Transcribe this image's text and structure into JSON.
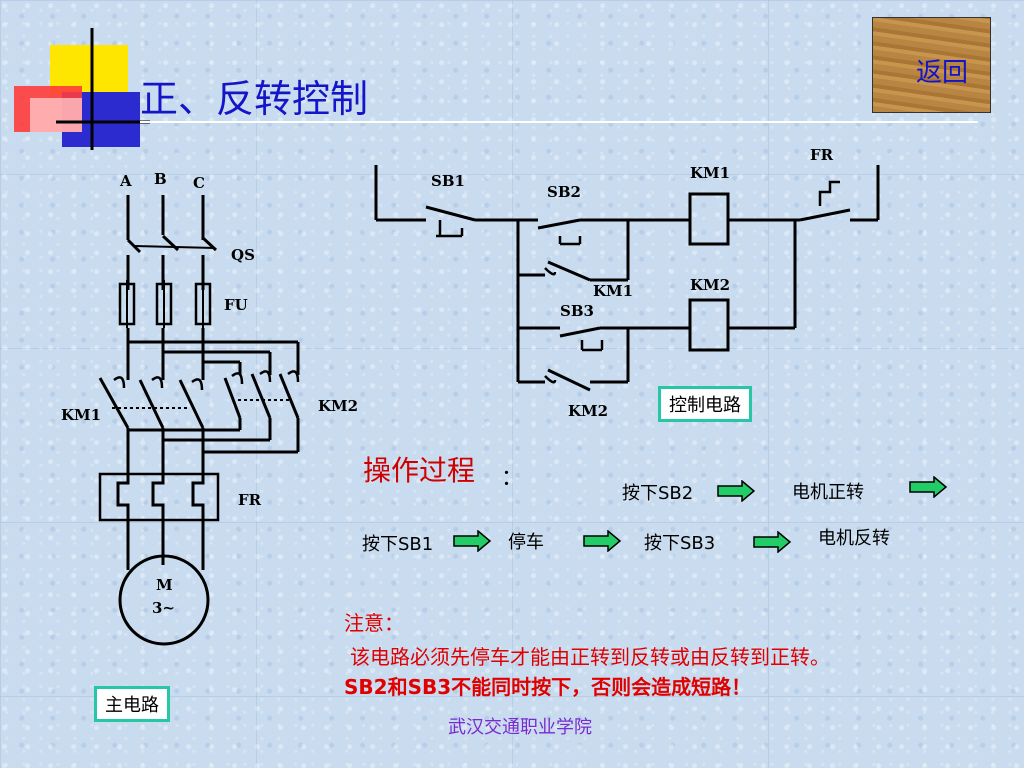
{
  "title": "正、反转控制",
  "back_button": "返回",
  "main_circuit": {
    "phase_labels": [
      "A",
      "B",
      "C"
    ],
    "qs": "QS",
    "fu": "FU",
    "km1": "KM1",
    "km2": "KM2",
    "fr": "FR",
    "motor_line1": "M",
    "motor_line2": "3~",
    "caption": "主电路"
  },
  "control_circuit": {
    "sb1": "SB1",
    "sb2": "SB2",
    "sb3": "SB3",
    "km1_coil": "KM1",
    "km2_coil": "KM2",
    "km1_contact": "KM1",
    "km2_contact": "KM2",
    "fr": "FR",
    "caption": "控制电路"
  },
  "operation": {
    "title": "操作过程",
    "colon": "：",
    "row1": {
      "press": "按下SB2",
      "result": "电机正转"
    },
    "row2": {
      "press1": "按下SB1",
      "stop": "停车",
      "press2": "按下SB3",
      "result": "电机反转"
    }
  },
  "note": {
    "label": "注意：",
    "line1": "该电路必须先停车才能由正转到反转或由反转到正转。",
    "line2": "SB2和SB3不能同时按下，否则会造成短路！"
  },
  "footer": "武汉交通职业学院",
  "colors": {
    "title": "#1414c8",
    "note": "#e00000",
    "arrow": "#22cc66",
    "caption_border": "#26c6a6",
    "footer": "#7a2bd0"
  }
}
